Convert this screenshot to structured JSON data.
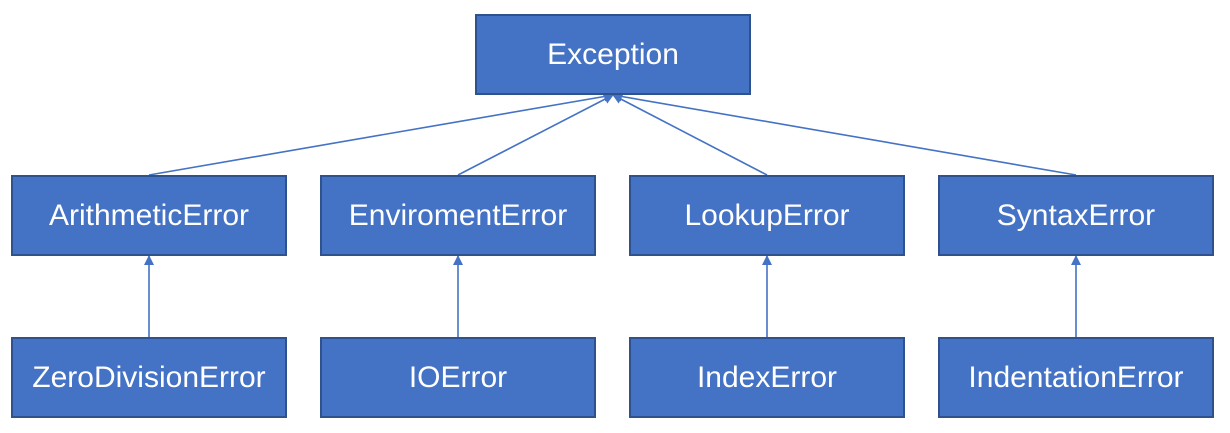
{
  "diagram": {
    "colors": {
      "node_fill": "#4472c4",
      "node_border": "#2f528f",
      "node_text": "#ffffff",
      "edge": "#4472c4"
    },
    "root": {
      "label": "Exception"
    },
    "level1": [
      {
        "id": "arithmetic",
        "label": "ArithmeticError"
      },
      {
        "id": "enviroment",
        "label": "EnviromentError"
      },
      {
        "id": "lookup",
        "label": "LookupError"
      },
      {
        "id": "syntax",
        "label": "SyntaxError"
      }
    ],
    "level2": [
      {
        "id": "zerodivision",
        "label": "ZeroDivisionError",
        "parent": "arithmetic"
      },
      {
        "id": "ioerror",
        "label": "IOError",
        "parent": "enviroment"
      },
      {
        "id": "indexerror",
        "label": "IndexError",
        "parent": "lookup"
      },
      {
        "id": "indentation",
        "label": "IndentationError",
        "parent": "syntax"
      }
    ],
    "edges": [
      {
        "from": "arithmetic",
        "to": "root"
      },
      {
        "from": "enviroment",
        "to": "root"
      },
      {
        "from": "lookup",
        "to": "root"
      },
      {
        "from": "syntax",
        "to": "root"
      },
      {
        "from": "zerodivision",
        "to": "arithmetic"
      },
      {
        "from": "ioerror",
        "to": "enviroment"
      },
      {
        "from": "indexerror",
        "to": "lookup"
      },
      {
        "from": "indentation",
        "to": "syntax"
      }
    ]
  }
}
